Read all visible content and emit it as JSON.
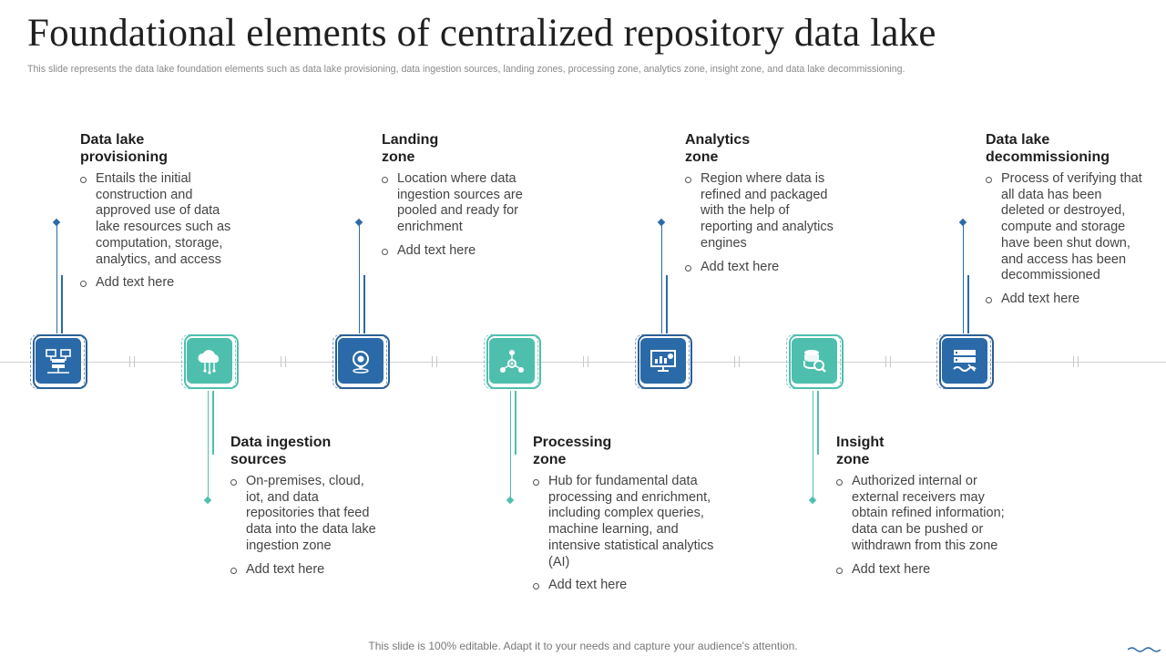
{
  "title": "Foundational elements of centralized repository data lake",
  "subtitle": "This slide represents the data lake foundation elements such as data lake provisioning, data ingestion sources, landing zones, processing zone, analytics zone, insight zone, and data lake decommissioning.",
  "footer": "This slide is 100% editable. Adapt it to your needs and capture your audience's attention.",
  "colors": {
    "blue": "#2b6aa8",
    "teal": "#4fbfad",
    "axis": "#d2d2d2"
  },
  "items": [
    {
      "head": [
        "Data lake",
        "provisioning"
      ],
      "bullets": [
        "Entails the initial construction and approved use of data lake resources such as computation, storage, analytics, and access",
        "Add text here"
      ],
      "icon": "network-server-icon",
      "color": "blue",
      "position": "top"
    },
    {
      "head": [
        "Data ingestion",
        "sources"
      ],
      "bullets": [
        "On-premises, cloud, iot, and data repositories that feed data into the data lake ingestion zone",
        "Add text here"
      ],
      "icon": "cloud-circuit-icon",
      "color": "teal",
      "position": "bottom"
    },
    {
      "head": [
        "Landing",
        "zone"
      ],
      "bullets": [
        "Location where data ingestion sources are pooled and ready for enrichment",
        "Add text here"
      ],
      "icon": "location-pin-icon",
      "color": "blue",
      "position": "top"
    },
    {
      "head": [
        "Processing",
        "zone"
      ],
      "bullets": [
        "Hub for fundamental data processing and enrichment, including complex queries, machine learning, and intensive statistical analytics (AI)",
        "Add text here"
      ],
      "icon": "process-network-icon",
      "color": "teal",
      "position": "bottom"
    },
    {
      "head": [
        "Analytics",
        "zone"
      ],
      "bullets": [
        "Region where data is refined and packaged with the help of reporting and analytics engines",
        "Add text here"
      ],
      "icon": "analytics-monitor-icon",
      "color": "blue",
      "position": "top"
    },
    {
      "head": [
        "Insight",
        "zone"
      ],
      "bullets": [
        "Authorized internal or external receivers may obtain refined information; data can be pushed or withdrawn from this zone",
        "Add text here"
      ],
      "icon": "database-search-icon",
      "color": "teal",
      "position": "bottom"
    },
    {
      "head": [
        "Data lake",
        "decommissioning"
      ],
      "bullets": [
        "Process of verifying that all data has been deleted or destroyed, compute and storage have been shut down, and access has been decommissioned",
        "Add text here"
      ],
      "icon": "server-decommission-icon",
      "color": "blue",
      "position": "top"
    }
  ]
}
